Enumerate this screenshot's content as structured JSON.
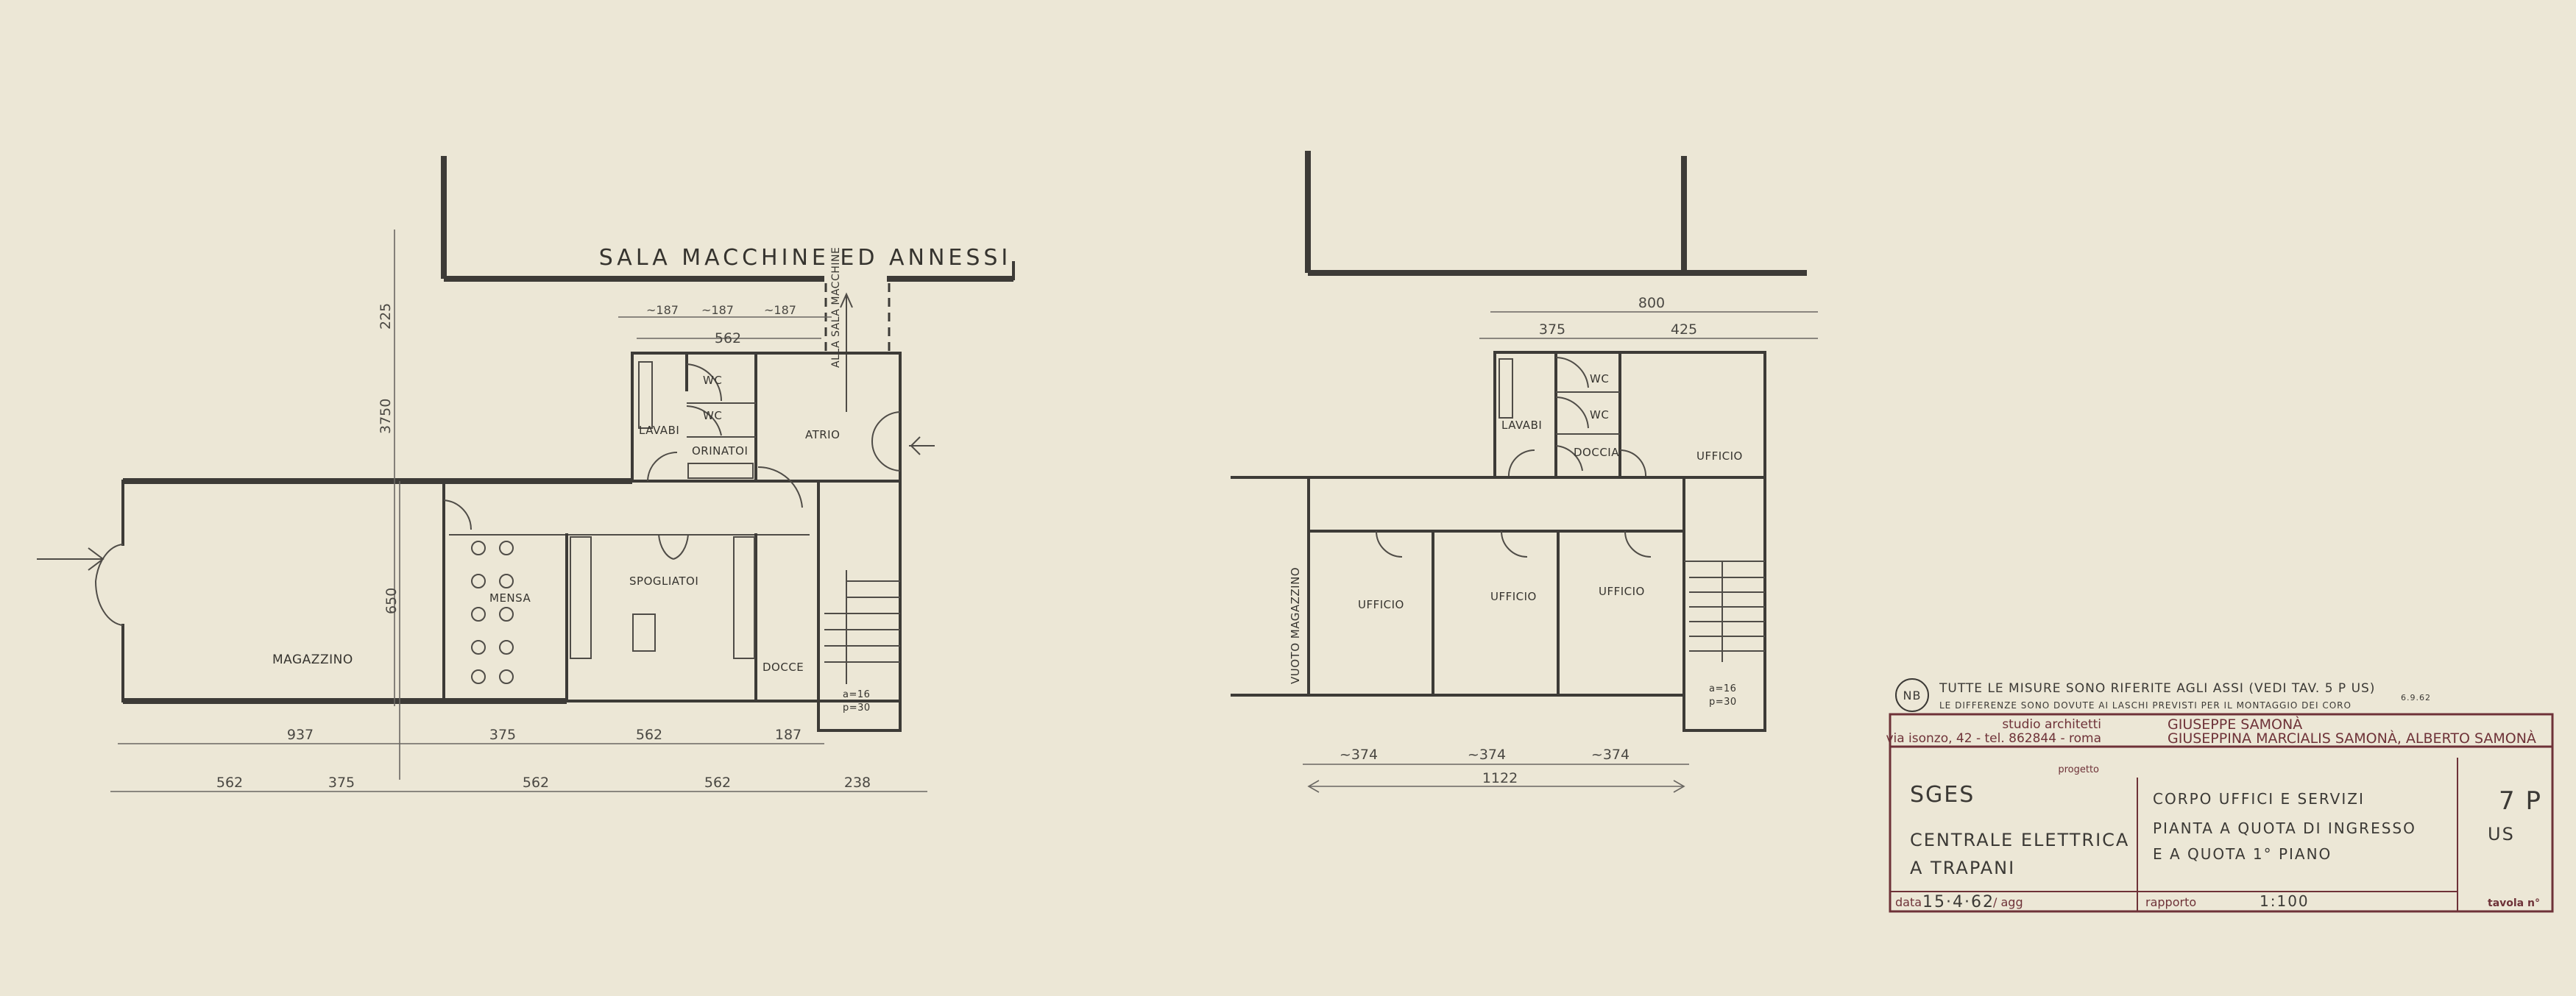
{
  "left_plan": {
    "title": "SALA MACCHINE ED ANNESSI",
    "access_note": "ALLA SALA MACCHINE",
    "rooms": {
      "magazzino": "MAGAZZINO",
      "mensa": "MENSA",
      "spogliatoi": "SPOGLIATOI",
      "docce": "DOCCE",
      "lavabi": "LAVABI",
      "wc1": "WC",
      "wc2": "WC",
      "orinatoi": "ORINATOI",
      "atrio": "ATRIO"
    },
    "stair": {
      "a": "a=16",
      "p": "p=30"
    },
    "dims_top": {
      "d1": "~187",
      "d2": "~187",
      "d3": "~187",
      "total": "562"
    },
    "dims_vertical": {
      "v1": "225",
      "v2": "3750",
      "v3": "650"
    },
    "dims_row1": [
      "937",
      "375",
      "562",
      "187"
    ],
    "dims_row2": [
      "562",
      "375",
      "562",
      "562",
      "238"
    ]
  },
  "right_plan": {
    "rooms": {
      "lavabi": "LAVABI",
      "wc1": "WC",
      "wc2": "WC",
      "doccia": "DOCCIA",
      "ufficio_top": "UFFICIO",
      "ufficio1": "UFFICIO",
      "ufficio2": "UFFICIO",
      "ufficio3": "UFFICIO",
      "vuoto": "VUOTO MAGAZZINO"
    },
    "stair": {
      "a": "a=16",
      "p": "p=30"
    },
    "dims_top": {
      "total": "800",
      "d1": "375",
      "d2": "425"
    },
    "dims_bottom": [
      "~374",
      "~374",
      "~374"
    ],
    "dims_total": "1122"
  },
  "notes": {
    "nb": "NB",
    "line1": "TUTTE LE MISURE SONO RIFERITE AGLI ASSI (VEDI TAV. 5 P US)",
    "line2": "LE DIFFERENZE SONO DOVUTE AI LASCHI PREVISTI PER IL MONTAGGIO DEI CORO",
    "date_annotation": "6.9.62"
  },
  "title_block": {
    "studio": "studio architetti",
    "address": "via isonzo, 42 - tel. 862844 - roma",
    "architect1": "GIUSEPPE SAMONÀ",
    "architect2": "GIUSEPPINA MARCIALIS SAMONÀ, ALBERTO SAMONÀ",
    "progetto_label": "progetto",
    "client": "SGES",
    "project_line1": "CENTRALE ELETTRICA",
    "project_line2": "A TRAPANI",
    "subject_line1": "CORPO UFFICI E SERVIZI",
    "subject_line2": "PIANTA A QUOTA DI INGRESSO",
    "subject_line3": "E A QUOTA 1° PIANO",
    "sheet_number": "7 P",
    "sheet_suffix": "US",
    "data_label": "data",
    "date": "15·4·62",
    "agg_label": "/ agg",
    "rapporto_label": "rapporto",
    "scale": "1:100",
    "tavola_label": "tavola n°"
  },
  "colors": {
    "paper": "#ece7d6",
    "pencil": "#3d3b37",
    "title_block": "#6e3238"
  }
}
